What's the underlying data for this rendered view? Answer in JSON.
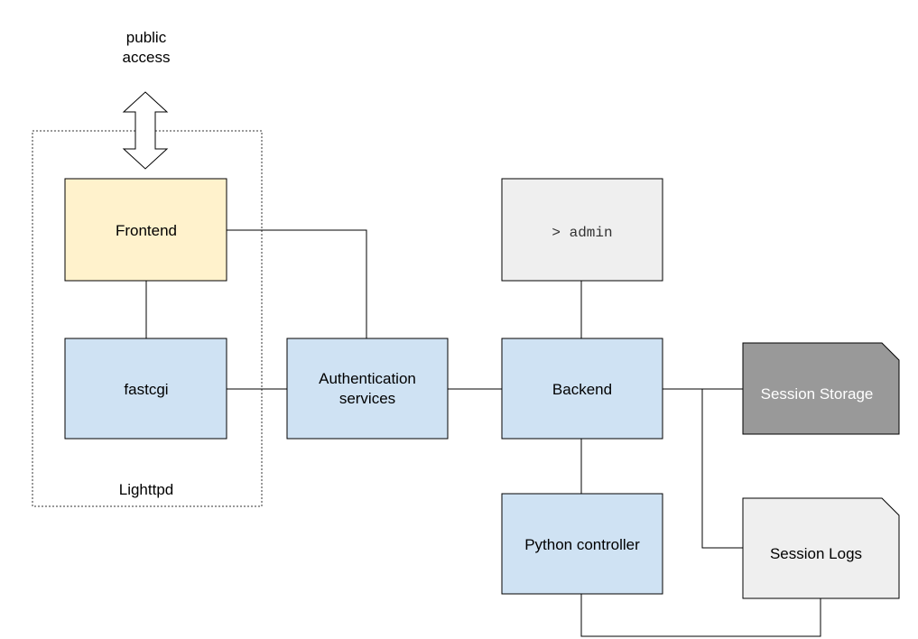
{
  "colors": {
    "frontend_fill": "#fff2cc",
    "service_fill": "#cfe2f3",
    "admin_fill": "#efefef",
    "storage_fill": "#999999",
    "logs_fill": "#efefef"
  },
  "labels": {
    "public_access_line1": "public",
    "public_access_line2": "access",
    "frontend": "Frontend",
    "fastcgi": "fastcgi",
    "lighttpd": "Lighttpd",
    "auth_line1": "Authentication",
    "auth_line2": "services",
    "admin": "> admin",
    "backend": "Backend",
    "python_controller": "Python controller",
    "session_storage": "Session Storage",
    "session_logs": "Session Logs"
  }
}
